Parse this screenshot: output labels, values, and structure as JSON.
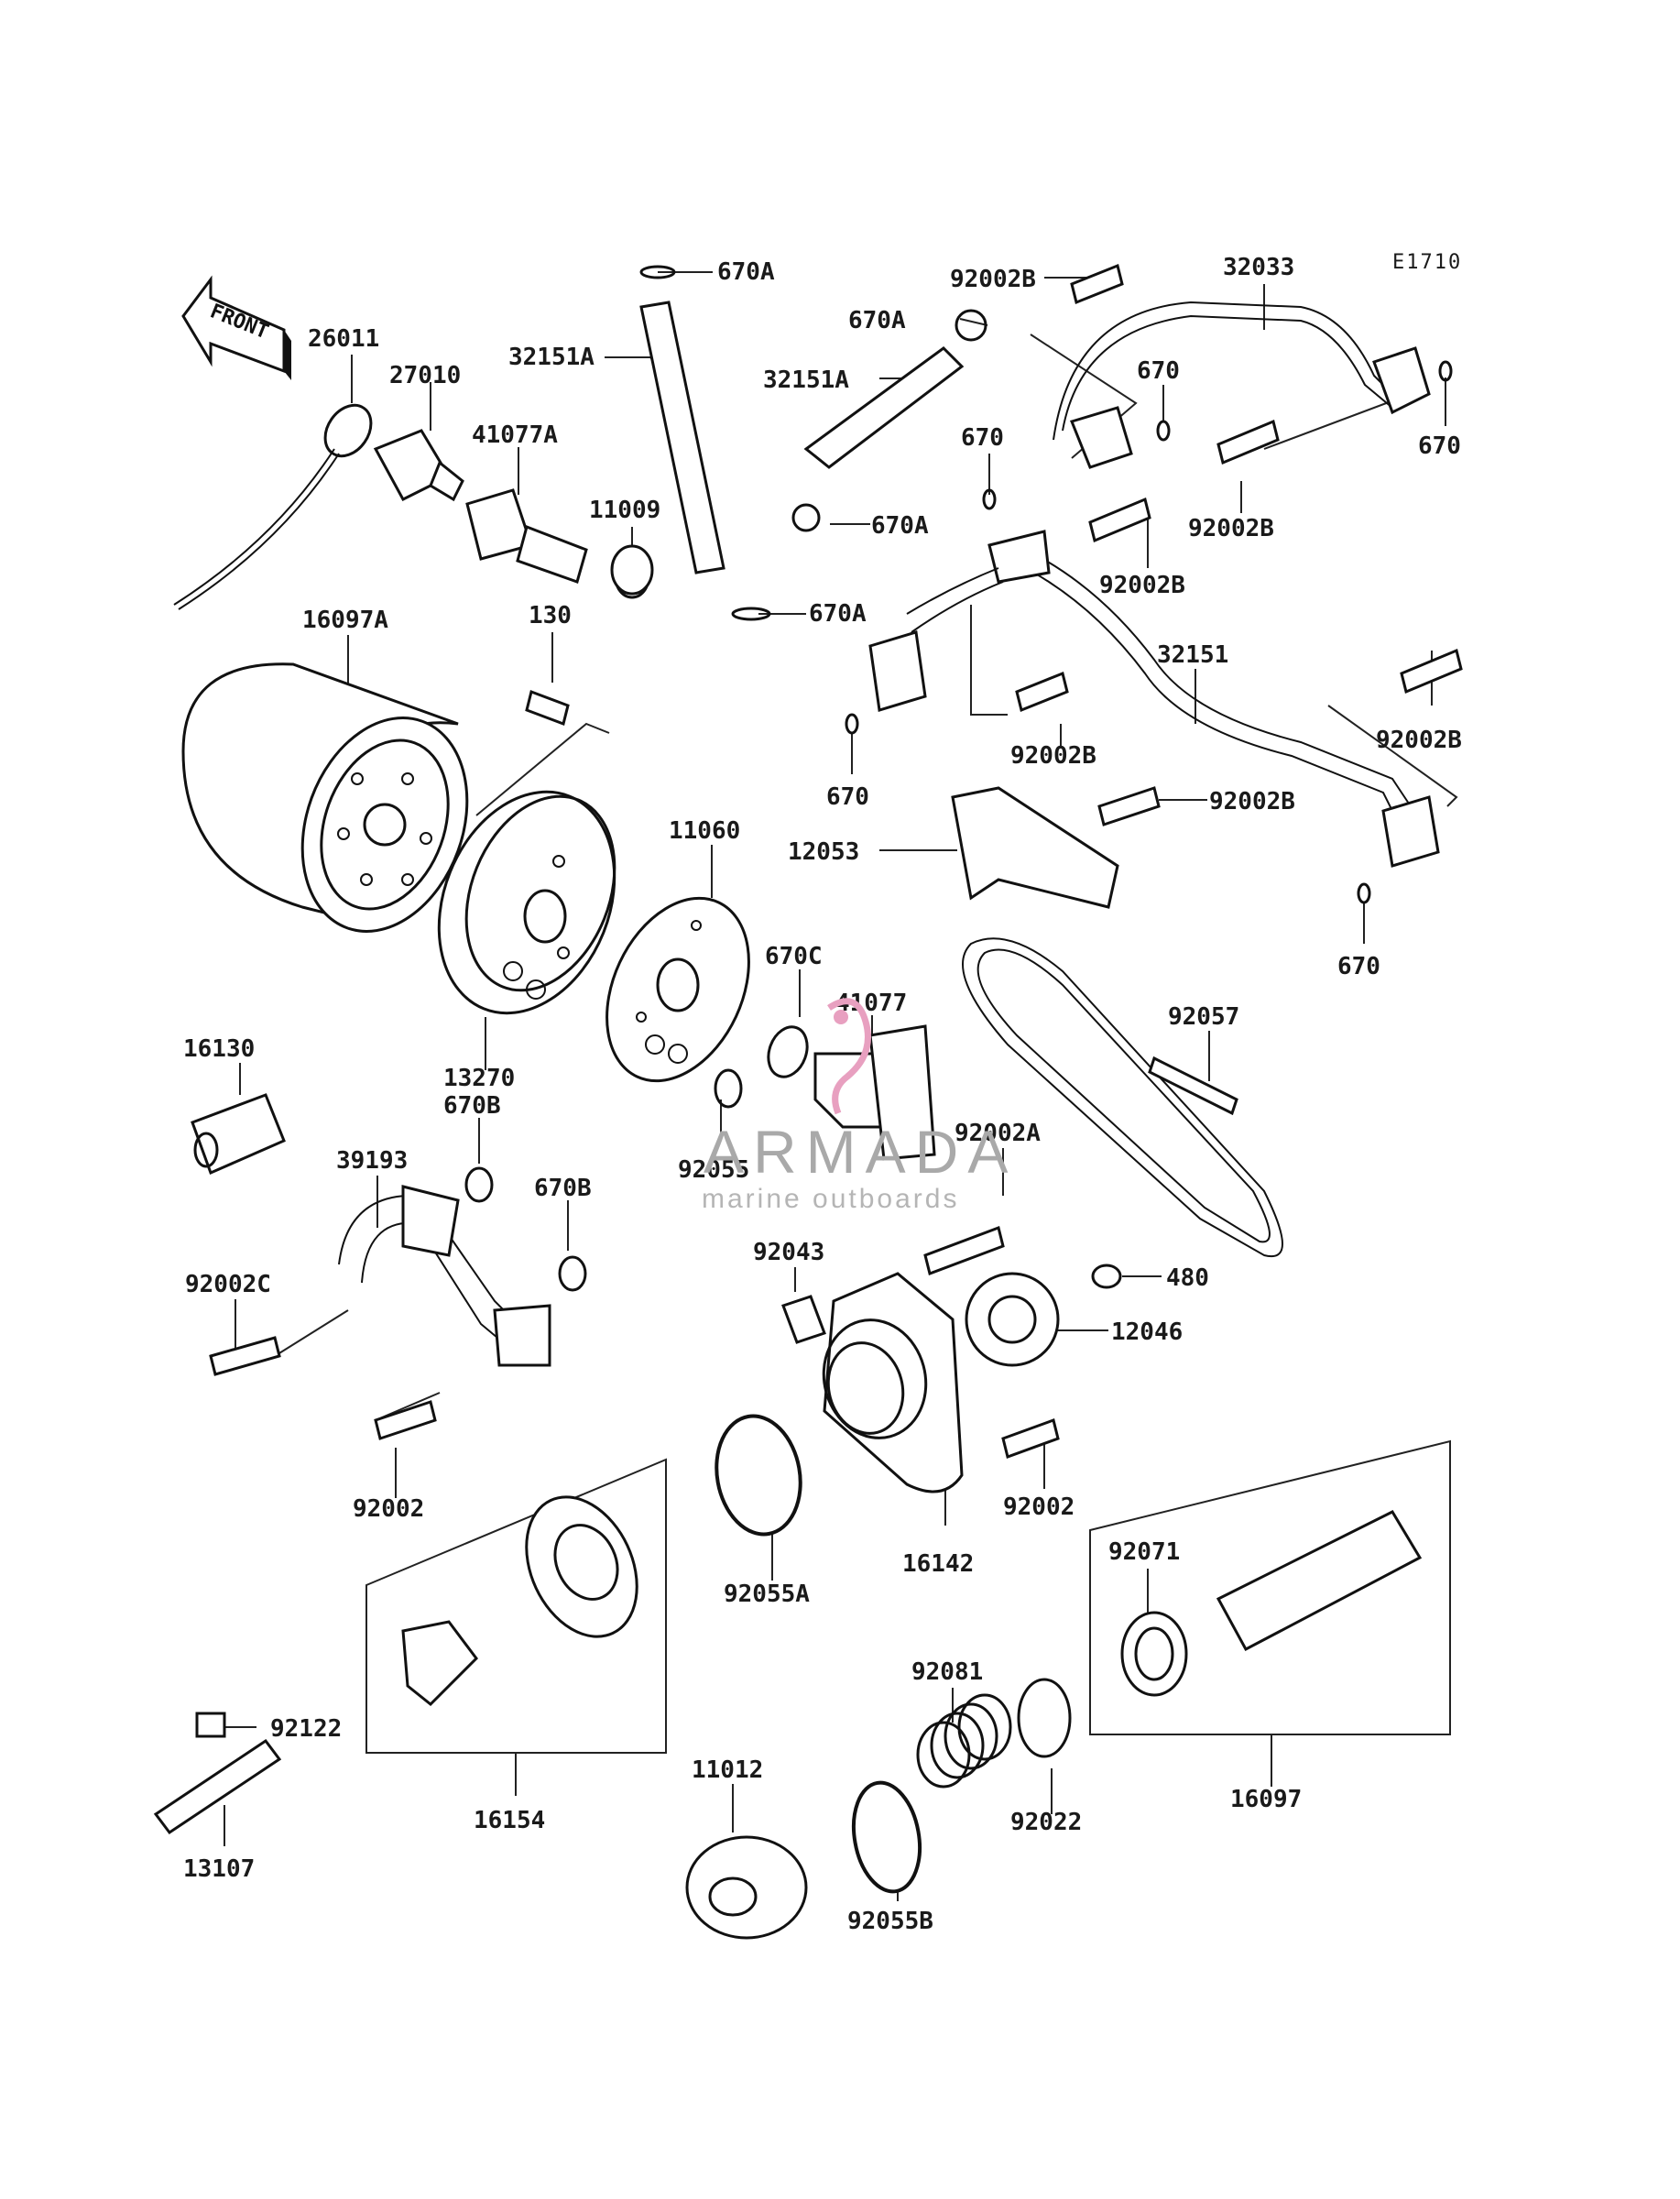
{
  "diagram": {
    "code": "E1710",
    "front_label": "FRONT"
  },
  "watermark": {
    "brand": "ARMADA",
    "tagline": "marine outboards",
    "accent_color": "#e8a0c0"
  },
  "part_labels": [
    "670A",
    "92002B",
    "32033",
    "670A",
    "26011",
    "27010",
    "32151A",
    "32151A",
    "670",
    "41077A",
    "670",
    "670",
    "11009",
    "670A",
    "92002B",
    "670A",
    "92002B",
    "16097A",
    "130",
    "32151",
    "92002B",
    "670",
    "92002B",
    "92002B",
    "11060",
    "12053",
    "670C",
    "670",
    "41077",
    "92057",
    "16130",
    "13270",
    "670B",
    "92055",
    "92002A",
    "39193",
    "670B",
    "92043",
    "480",
    "92002C",
    "12046",
    "92002",
    "92002",
    "16142",
    "92055A",
    "92071",
    "92081",
    "92122",
    "11012",
    "92022",
    "16097",
    "16154",
    "13107",
    "92055B"
  ]
}
